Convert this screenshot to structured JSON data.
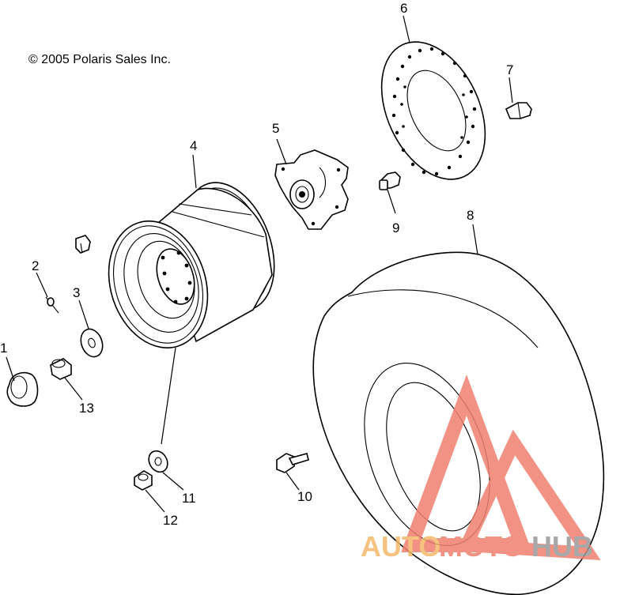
{
  "copyright": "© 2005 Polaris Sales Inc.",
  "callouts": [
    "1",
    "2",
    "3",
    "4",
    "5",
    "6",
    "7",
    "8",
    "9",
    "10",
    "11",
    "12",
    "13"
  ],
  "watermark": {
    "part1": "AUTO",
    "part2": "MOTO",
    "part3": "HUB",
    "color_primary": "#f08070",
    "color_secondary": "#f5b86a",
    "color_dark": "#9a9a9a"
  }
}
